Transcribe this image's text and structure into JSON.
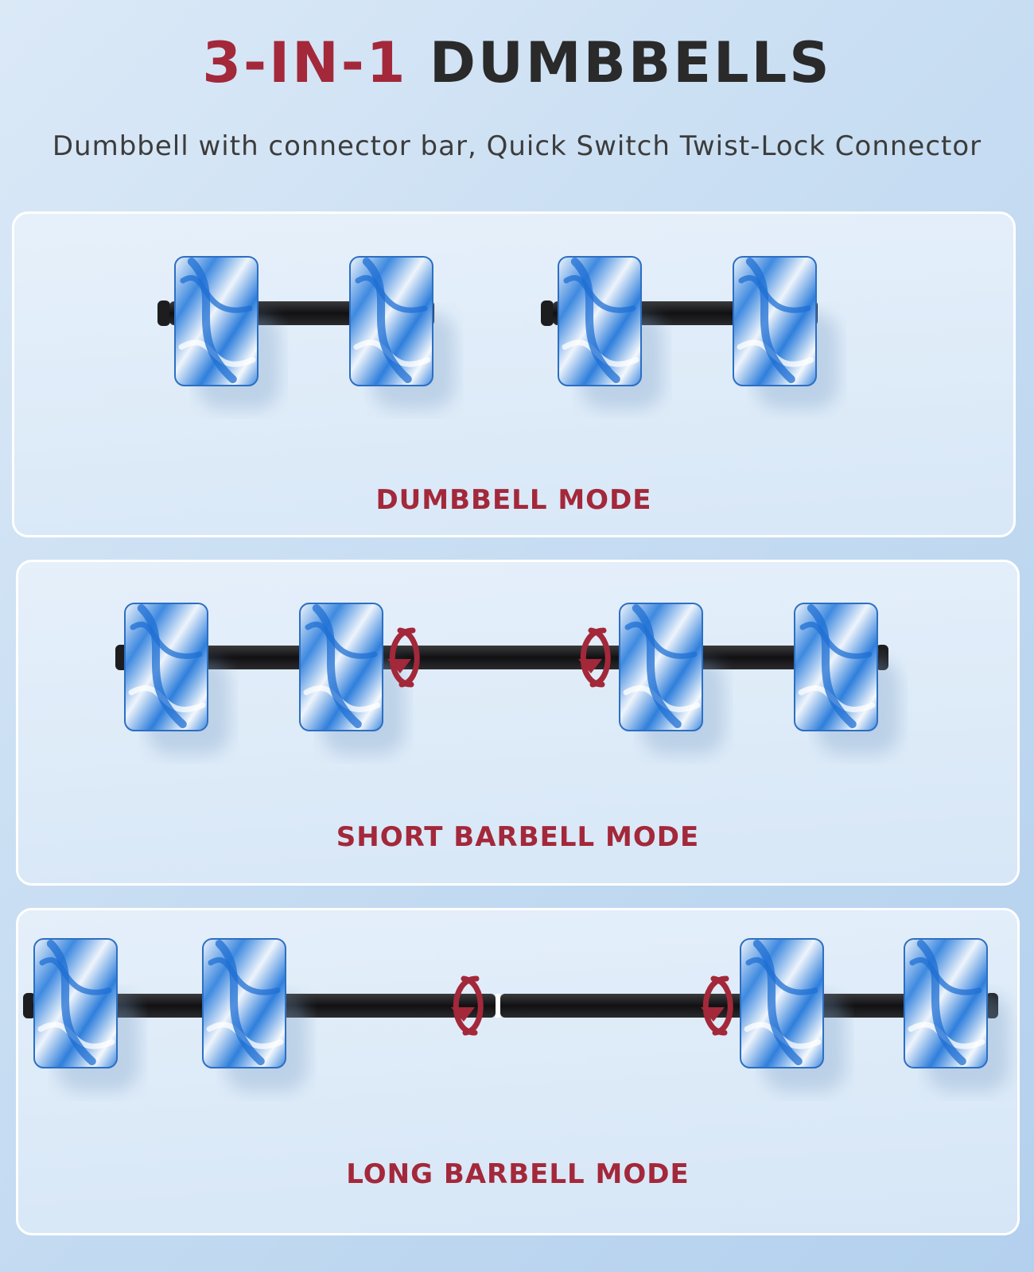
{
  "header": {
    "title_accent": "3-IN-1",
    "title_main": "DUMBBELLS",
    "subtitle": "Dumbbell with connector bar,  Quick Switch Twist-Lock Connector"
  },
  "panels": [
    {
      "label": "DUMBBELL MODE",
      "icon": "two-dumbbells"
    },
    {
      "label": "SHORT BARBELL MODE",
      "icon": "short-barbell-with-twist-arrows"
    },
    {
      "label": "LONG BARBELL MODE",
      "icon": "long-barbell-with-twist-arrows"
    }
  ],
  "colors": {
    "accent_red": "#a3283a",
    "text_dark": "#2a2a2a",
    "plate_blue": "#2f7fdc",
    "plate_white": "#f2f6fb",
    "bar_black": "#1d1d1f"
  }
}
